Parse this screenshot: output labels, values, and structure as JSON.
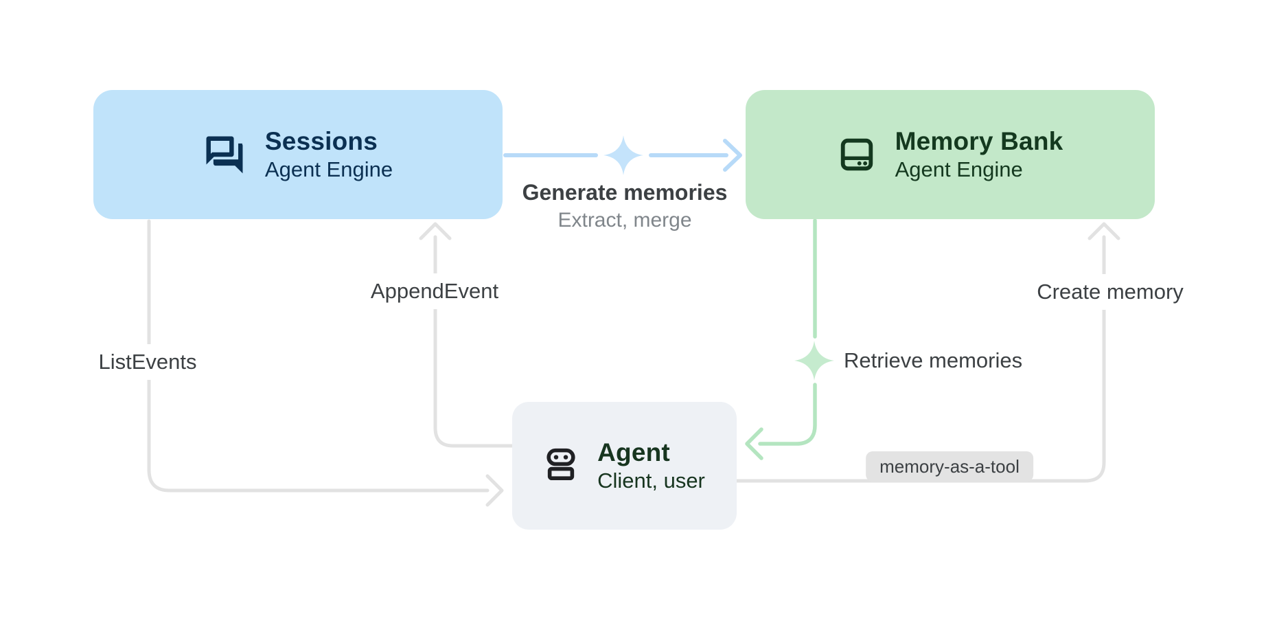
{
  "diagram": {
    "nodes": {
      "sessions": {
        "title": "Sessions",
        "subtitle": "Agent Engine",
        "icon": "forum-chat-icon"
      },
      "memory_bank": {
        "title": "Memory Bank",
        "subtitle": "Agent Engine",
        "icon": "storage-icon"
      },
      "agent": {
        "title": "Agent",
        "subtitle": "Client, user",
        "icon": "robot-icon"
      }
    },
    "edges": {
      "generate_memories": {
        "label": "Generate memories",
        "sublabel": "Extract, merge",
        "from": "Sessions",
        "to": "Memory Bank",
        "icon": "sparkle-icon"
      },
      "append_event": {
        "label": "AppendEvent",
        "from": "Agent",
        "to": "Sessions"
      },
      "list_events": {
        "label": "ListEvents",
        "from": "Sessions",
        "to": "Agent"
      },
      "retrieve_memories": {
        "label": "Retrieve memories",
        "from": "Memory Bank",
        "to": "Agent",
        "icon": "sparkle-icon"
      },
      "create_memory": {
        "label": "Create memory",
        "badge": "memory-as-a-tool",
        "from": "Agent",
        "to": "Memory Bank"
      }
    },
    "colors": {
      "page_bg": "#ffffff",
      "sessions_bg": "#c0e3fa",
      "sessions_fg": "#0b3052",
      "memory_bg": "#c3e8c9",
      "memory_fg": "#14391f",
      "agent_bg": "#eef1f5",
      "agent_fg": "#17351f",
      "agent_icon": "#202124",
      "edge_gray": "#e2e2e2",
      "edge_blue": "#b7daf8",
      "spark_blue": "#c4e3fb",
      "edge_green": "#b4e5c0",
      "spark_green": "#c5ebce",
      "label_fg": "#3c4043",
      "sublabel_fg": "#80868b",
      "badge_bg": "#e3e3e3",
      "badge_fg": "#3c4043"
    }
  }
}
